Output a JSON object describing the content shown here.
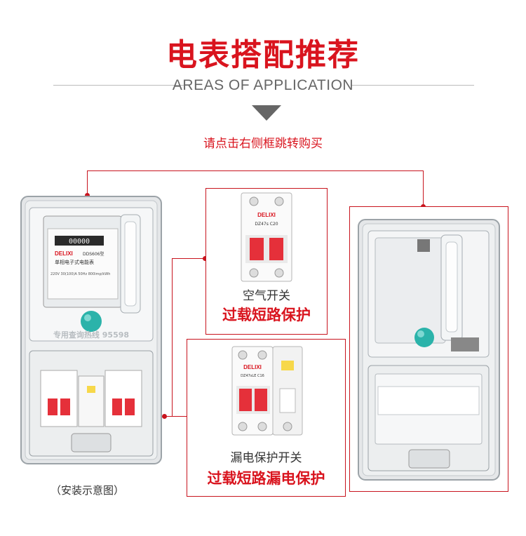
{
  "header": {
    "title": "电表搭配推荐",
    "subtitle": "AREAS OF APPLICATION",
    "instruction": "请点击右侧框跳转购买"
  },
  "left_product": {
    "caption": "（安装示意图）",
    "meter_brand": "DELIXI",
    "meter_model": "DDS606型",
    "meter_name": "单相电子式电能表",
    "meter_spec": "220V 30(100)A 50Hz 800imp/kWh",
    "meter_digits": "00000",
    "box_footer": "专用查询热线 95598"
  },
  "air_switch": {
    "brand": "DELIXI",
    "model": "DZ47s C20",
    "label": "空气开关",
    "feature": "过载短路保护"
  },
  "leakage_switch": {
    "brand": "DELIXI",
    "model": "DZ47sLE C16",
    "label": "漏电保护开关",
    "feature": "过载短路漏电保护"
  },
  "right_product": {},
  "colors": {
    "accent": "#d9141e",
    "text": "#333333",
    "subtitle": "#666666"
  }
}
